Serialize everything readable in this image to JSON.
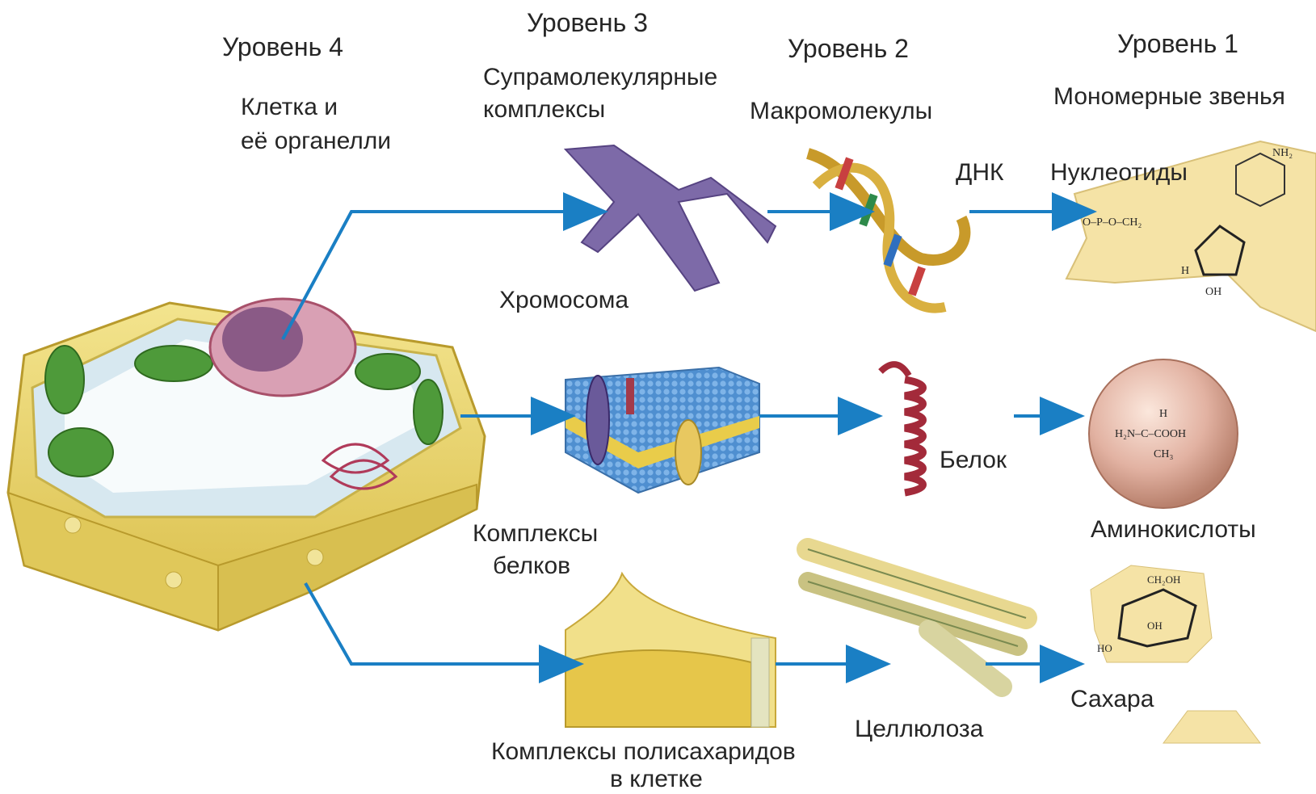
{
  "levels": {
    "l4": {
      "title": "Уровень 4",
      "subtitle_1": "Клетка и",
      "subtitle_2": "её органелли"
    },
    "l3": {
      "title": "Уровень 3",
      "subtitle_1": "Супрамолекулярные",
      "subtitle_2": "комплексы"
    },
    "l2": {
      "title": "Уровень 2",
      "subtitle": "Макромолекулы"
    },
    "l1": {
      "title": "Уровень 1",
      "subtitle": "Мономерные звенья"
    }
  },
  "items": {
    "chromosome": "Хромосома",
    "dna": "ДНК",
    "nucleotides": "Нуклеотиды",
    "protein_complexes_1": "Комплексы",
    "protein_complexes_2": "белков",
    "protein": "Белок",
    "amino_acids": "Аминокислоты",
    "cellulose": "Целлюлоза",
    "sugars": "Сахара",
    "polysaccharide_complexes_1": "Комплексы полисахаридов",
    "polysaccharide_complexes_2": "в клетке"
  },
  "formulas": {
    "nucleotide_nh2": "NH₂",
    "nucleotide_phosphate": "O–P–O–CH₂",
    "nucleotide_oh": "OH",
    "nucleotide_h": "H",
    "amino_main": "H₂N–C–COOH",
    "amino_top": "H",
    "amino_bottom": "CH₃",
    "sugar_top": "CH₂OH",
    "sugar_oh": "OH",
    "sugar_ho": "HO"
  },
  "colors": {
    "arrow": "#1a7fc4",
    "cell_wall": "#e8d46a",
    "chloroplast": "#4e9a3a",
    "nucleus": "#8a5a86",
    "chromosome": "#7d6aa8",
    "membrane": "#4f8fd0",
    "protein": "#a32a3a",
    "paper": "#f5e3a6",
    "amino_sphere": "#e2b2a2"
  }
}
